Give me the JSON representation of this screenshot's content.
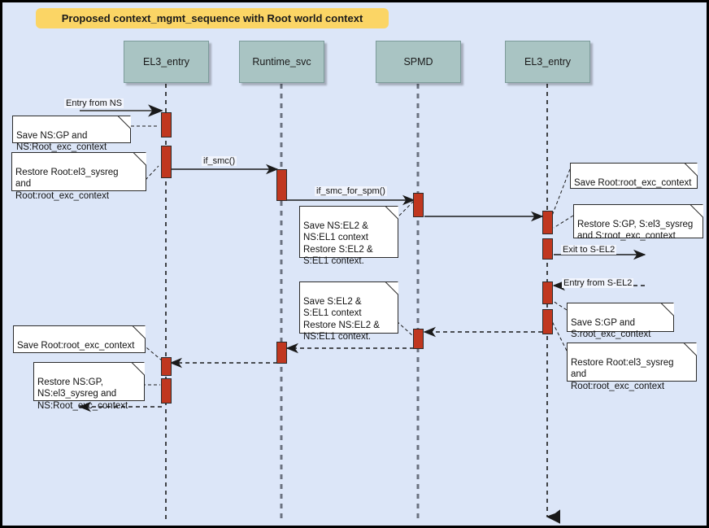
{
  "diagram": {
    "title": "Proposed context_mgmt_sequence with Root world context",
    "type": "sequence-diagram",
    "colors": {
      "background": "#dce6f8",
      "title_banner": "#fbd565",
      "participant_box": "#a9c4c3",
      "activation_bar": "#c0371f",
      "note_background": "#ffffff",
      "line": "#1a1a1a"
    }
  },
  "participants": [
    {
      "id": "p1",
      "label": "EL3_entry"
    },
    {
      "id": "p2",
      "label": "Runtime_svc"
    },
    {
      "id": "p3",
      "label": "SPMD"
    },
    {
      "id": "p4",
      "label": "EL3_entry"
    }
  ],
  "messages": [
    {
      "id": "m1",
      "label": "Entry from NS",
      "from": "external-left",
      "to": "p1",
      "style": "solid"
    },
    {
      "id": "m2",
      "label": "if_smc()",
      "from": "p1",
      "to": "p2",
      "style": "solid"
    },
    {
      "id": "m3",
      "label": "if_smc_for_spm()",
      "from": "p2",
      "to": "p3",
      "style": "solid"
    },
    {
      "id": "m4",
      "label": "",
      "from": "p3",
      "to": "p4",
      "style": "solid"
    },
    {
      "id": "m5",
      "label": "Exit to S-EL2",
      "from": "p4",
      "to": "external-right",
      "style": "solid"
    },
    {
      "id": "m6",
      "label": "Entry from S-EL2",
      "from": "external-right",
      "to": "p4",
      "style": "dashed"
    },
    {
      "id": "m7",
      "label": "",
      "from": "p4",
      "to": "p3",
      "style": "dashed"
    },
    {
      "id": "m8",
      "label": "",
      "from": "p3",
      "to": "p2",
      "style": "dashed"
    },
    {
      "id": "m9",
      "label": "",
      "from": "p2",
      "to": "p1",
      "style": "dashed"
    },
    {
      "id": "m10",
      "label": "",
      "from": "p1",
      "to": "external-left",
      "style": "dashed"
    }
  ],
  "notes": [
    {
      "id": "n1",
      "text": "Save NS:GP and\nNS:Root_exc_context",
      "attached_to": "p1"
    },
    {
      "id": "n2",
      "text": "Restore Root:el3_sysreg\nand\nRoot:root_exc_context",
      "attached_to": "p1"
    },
    {
      "id": "n3",
      "text": "Save NS:EL2 &\nNS:EL1 context\nRestore S:EL2 &\nS:EL1 context.",
      "attached_to": "p3"
    },
    {
      "id": "n4",
      "text": "Save Root:root_exc_context",
      "attached_to": "p4"
    },
    {
      "id": "n5",
      "text": "Restore S:GP, S:el3_sysreg\nand S:root_exc_context",
      "attached_to": "p4"
    },
    {
      "id": "n6",
      "text": "Save S:GP and\nS:root_exc_context",
      "attached_to": "p4"
    },
    {
      "id": "n7",
      "text": "Restore Root:el3_sysreg\nand\nRoot:root_exc_context",
      "attached_to": "p4"
    },
    {
      "id": "n8",
      "text": "Save S:EL2 &\nS:EL1 context\nRestore NS:EL2 &\nNS:EL1 context.",
      "attached_to": "p3"
    },
    {
      "id": "n9",
      "text": "Save Root:root_exc_context",
      "attached_to": "p1"
    },
    {
      "id": "n10",
      "text": "Restore NS:GP,\nNS:el3_sysreg and\nNS:Root_exc_context",
      "attached_to": "p1"
    }
  ]
}
